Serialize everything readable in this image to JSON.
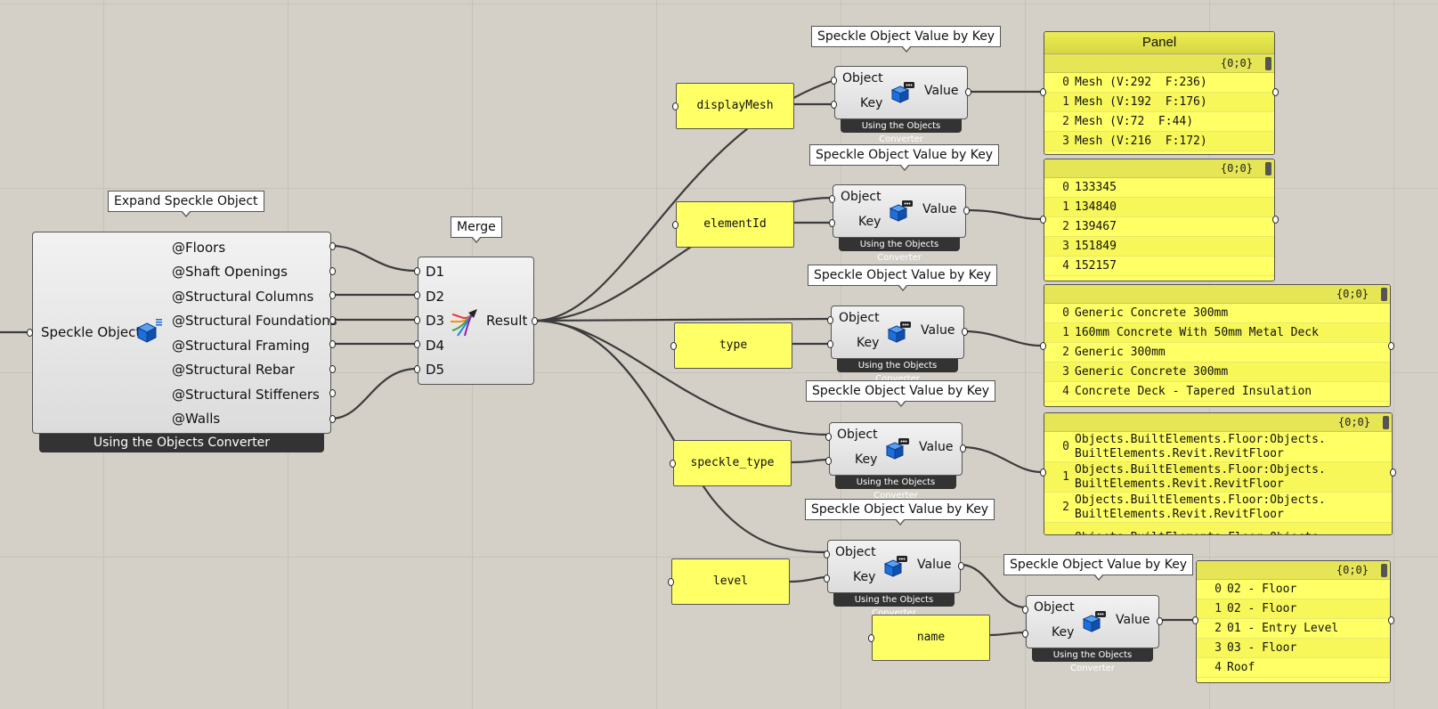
{
  "expand": {
    "tooltip": "Expand Speckle Object",
    "input_label": "Speckle Object",
    "outputs": [
      "@Floors",
      "@Shaft Openings",
      "@Structural Columns",
      "@Structural Foundations",
      "@Structural Framing",
      "@Structural Rebar",
      "@Structural Stiffeners",
      "@Walls"
    ],
    "footer": "Using the Objects Converter"
  },
  "merge": {
    "tooltip": "Merge",
    "inputs": [
      "D1",
      "D2",
      "D3",
      "D4",
      "D5"
    ],
    "output": "Result"
  },
  "value_component": {
    "tooltip": "Speckle Object Value by Key",
    "input_object": "Object",
    "input_key": "Key",
    "output": "Value",
    "footer": "Using the Objects Converter"
  },
  "key_params": [
    "displayMesh",
    "elementId",
    "type",
    "speckle_type",
    "level",
    "name"
  ],
  "panels": [
    {
      "title": "Panel",
      "path": "{0;0}",
      "rows": [
        {
          "i": "0",
          "v": "Mesh (V:292  F:236)"
        },
        {
          "i": "1",
          "v": "Mesh (V:192  F:176)"
        },
        {
          "i": "2",
          "v": "Mesh (V:72  F:44)"
        },
        {
          "i": "3",
          "v": "Mesh (V:216  F:172)"
        }
      ]
    },
    {
      "path": "{0;0}",
      "rows": [
        {
          "i": "0",
          "v": "133345"
        },
        {
          "i": "1",
          "v": "134840"
        },
        {
          "i": "2",
          "v": "139467"
        },
        {
          "i": "3",
          "v": "151849"
        },
        {
          "i": "4",
          "v": "152157"
        }
      ]
    },
    {
      "path": "{0;0}",
      "rows": [
        {
          "i": "0",
          "v": "Generic Concrete 300mm"
        },
        {
          "i": "1",
          "v": "160mm Concrete With 50mm Metal Deck"
        },
        {
          "i": "2",
          "v": "Generic 300mm"
        },
        {
          "i": "3",
          "v": "Generic Concrete 300mm"
        },
        {
          "i": "4",
          "v": "Concrete Deck - Tapered Insulation"
        }
      ]
    },
    {
      "path": "{0;0}",
      "rows": [
        {
          "i": "0",
          "v": "Objects.BuiltElements.Floor:Objects.\nBuiltElements.Revit.RevitFloor"
        },
        {
          "i": "1",
          "v": "Objects.BuiltElements.Floor:Objects.\nBuiltElements.Revit.RevitFloor"
        },
        {
          "i": "2",
          "v": "Objects.BuiltElements.Floor:Objects.\nBuiltElements.Revit.RevitFloor"
        },
        {
          "i": "",
          "v": "Objects.BuiltElements.Floor:Objects."
        }
      ]
    },
    {
      "path": "{0;0}",
      "rows": [
        {
          "i": "0",
          "v": "02 - Floor"
        },
        {
          "i": "1",
          "v": "02 - Floor"
        },
        {
          "i": "2",
          "v": "01 - Entry Level"
        },
        {
          "i": "3",
          "v": "03 - Floor"
        },
        {
          "i": "4",
          "v": "Roof"
        }
      ]
    }
  ],
  "icons": [
    "speckle-cube-icon",
    "merge-arrows-icon",
    "speckle-key-cube-icon"
  ],
  "colors": {
    "canvas": "#d4d0c8",
    "panel": "#ffff66",
    "wire": "#3c3c3c",
    "speckle_blue": "#1e6fd9"
  }
}
